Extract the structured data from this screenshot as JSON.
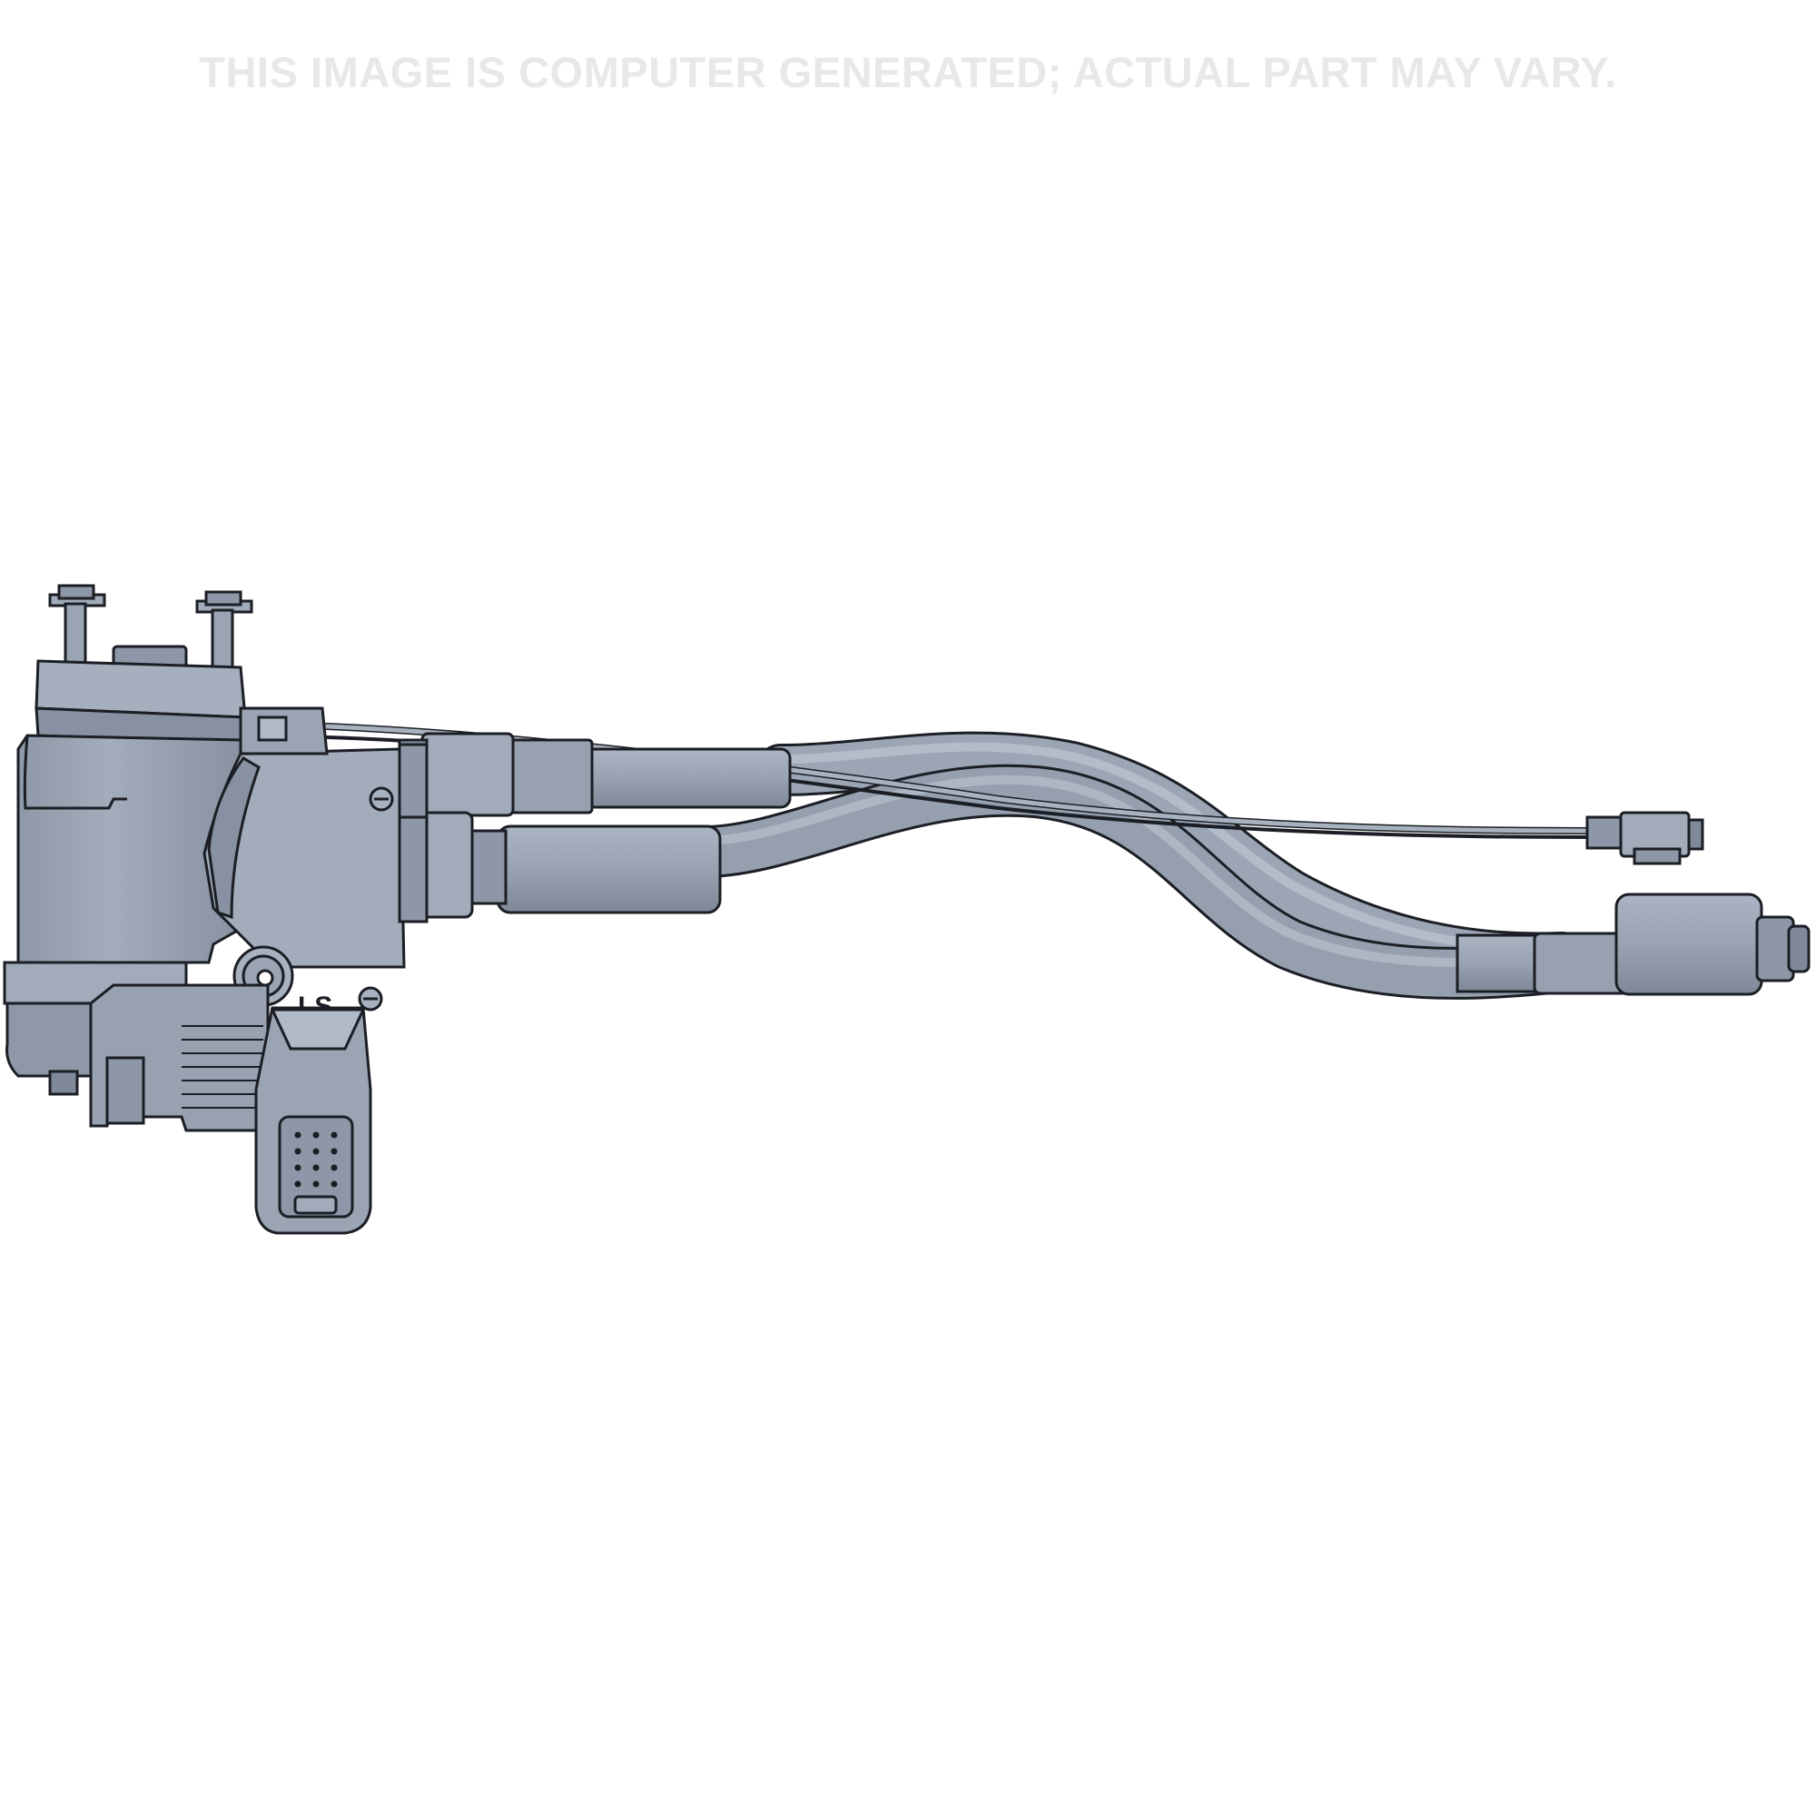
{
  "disclaimer": "THIS IMAGE IS COMPUTER GENERATED; ACTUAL PART MAY VARY.",
  "port_label": "LS",
  "colors": {
    "background": "#ffffff",
    "disclaimer_text": "#e8e8e8",
    "body": "#9aa4b4",
    "body_light": "#aab3c1",
    "body_dark": "#7f8999",
    "hose": "#98a2b1",
    "outline": "#1b1e24"
  },
  "icons": {
    "main_unit": "hydraulic-valve-unit",
    "hoses": "hydraulic-hose",
    "connector": "electrical-connector"
  }
}
